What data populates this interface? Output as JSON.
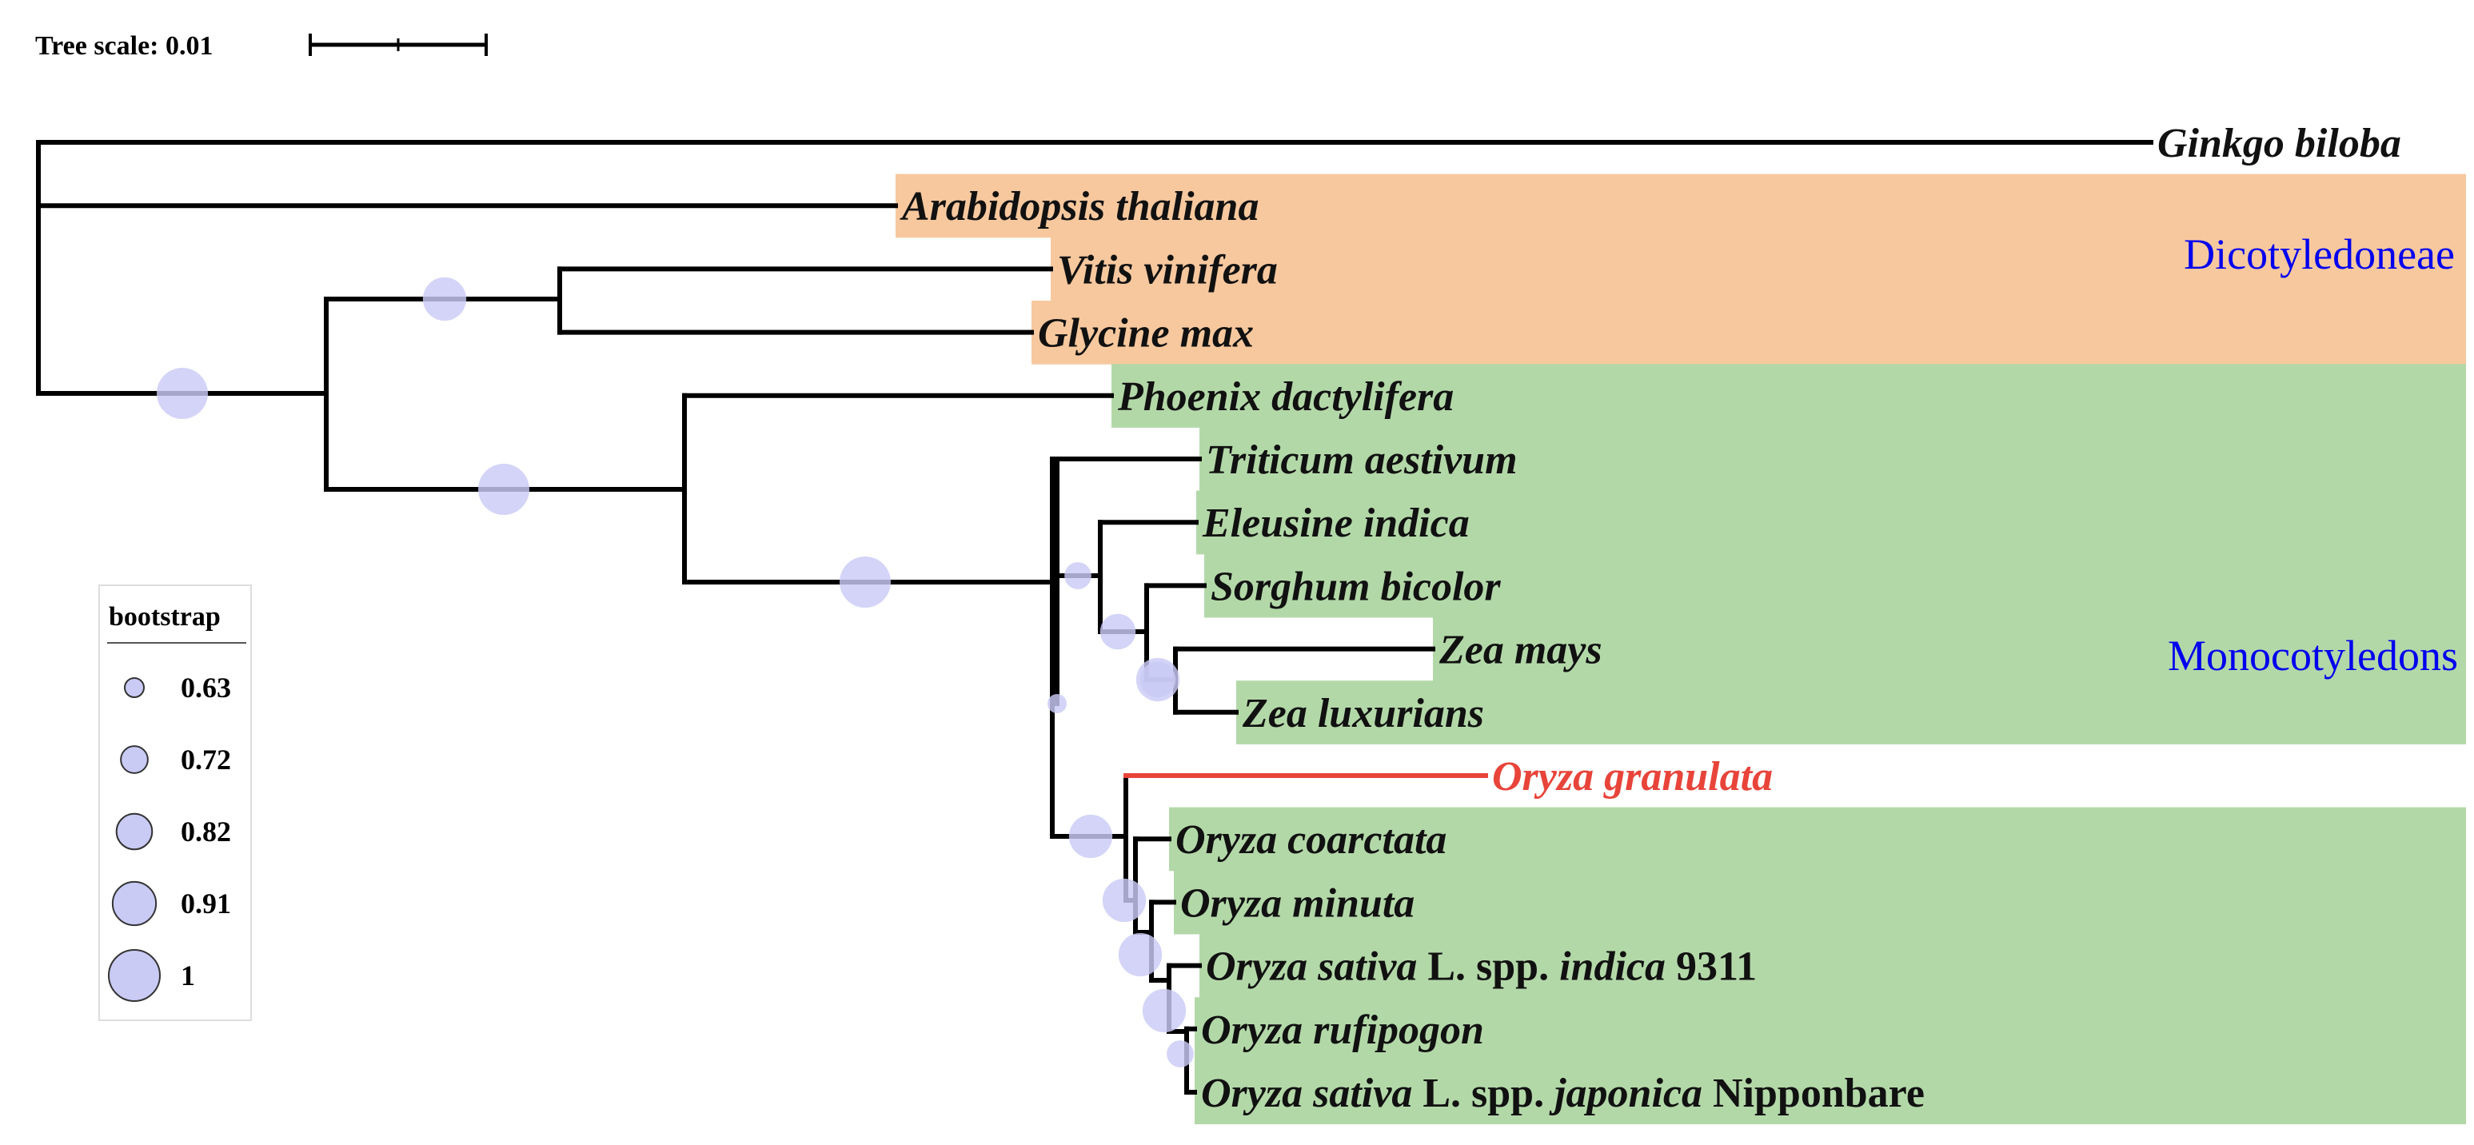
{
  "scale": {
    "label": "Tree scale: 0.01"
  },
  "clades": [
    {
      "name": "Dicotyledoneae",
      "color": "#F7C89E",
      "label_color": "#0000EE"
    },
    {
      "name": "Monocotyledons",
      "color": "#B3D8A8",
      "label_color": "#0000EE"
    }
  ],
  "taxa": [
    {
      "id": "ginkgo",
      "parts": [
        {
          "text": "Ginkgo biloba",
          "italic": true
        }
      ]
    },
    {
      "id": "arabidopsis",
      "parts": [
        {
          "text": "Arabidopsis thaliana",
          "italic": true
        }
      ]
    },
    {
      "id": "vitis",
      "parts": [
        {
          "text": "Vitis vinifera",
          "italic": true
        }
      ]
    },
    {
      "id": "glycine",
      "parts": [
        {
          "text": "Glycine max",
          "italic": true
        }
      ]
    },
    {
      "id": "phoenix",
      "parts": [
        {
          "text": "Phoenix dactylifera",
          "italic": true
        }
      ]
    },
    {
      "id": "triticum",
      "parts": [
        {
          "text": "Triticum aestivum",
          "italic": true
        }
      ]
    },
    {
      "id": "eleusine",
      "parts": [
        {
          "text": "Eleusine indica",
          "italic": true
        }
      ]
    },
    {
      "id": "sorghum",
      "parts": [
        {
          "text": "Sorghum bicolor",
          "italic": true
        }
      ]
    },
    {
      "id": "zea-mays",
      "parts": [
        {
          "text": "Zea mays",
          "italic": true
        }
      ]
    },
    {
      "id": "zea-luxurians",
      "parts": [
        {
          "text": "Zea luxurians",
          "italic": true
        }
      ]
    },
    {
      "id": "oryza-granulata",
      "highlight": true,
      "parts": [
        {
          "text": "Oryza granulata",
          "italic": true
        }
      ]
    },
    {
      "id": "oryza-coarctata",
      "parts": [
        {
          "text": "Oryza coarctata",
          "italic": true
        }
      ]
    },
    {
      "id": "oryza-minuta",
      "parts": [
        {
          "text": "Oryza minuta",
          "italic": true
        }
      ]
    },
    {
      "id": "oryza-indica",
      "parts": [
        {
          "text": "Oryza sativa",
          "italic": true
        },
        {
          "text": " L. spp. ",
          "italic": false
        },
        {
          "text": "indica",
          "italic": true
        },
        {
          "text": " 9311",
          "italic": false
        }
      ]
    },
    {
      "id": "oryza-rufipogon",
      "parts": [
        {
          "text": "Oryza rufipogon",
          "italic": true
        }
      ]
    },
    {
      "id": "oryza-japonica",
      "parts": [
        {
          "text": "Oryza sativa",
          "italic": true
        },
        {
          "text": " L. spp. ",
          "italic": false
        },
        {
          "text": "japonica",
          "italic": true
        },
        {
          "text": " Nipponbare",
          "italic": false
        }
      ]
    }
  ],
  "highlight_color": "#E8443A",
  "branch_color": "#000000",
  "bootstrap_color": "#C9CBF5",
  "legend": {
    "title": "bootstrap",
    "values": [
      "0.63",
      "0.72",
      "0.82",
      "0.91",
      "1"
    ]
  },
  "bootstrap_nodes": [
    {
      "node": "dicot-mono",
      "value": 1
    },
    {
      "node": "vitis-glycine",
      "value": 0.91
    },
    {
      "node": "mono",
      "value": 1
    },
    {
      "node": "poaceae-phoenix",
      "value": 1
    },
    {
      "node": "pooideae-group",
      "value": 0.72
    },
    {
      "node": "chloridoid-andro",
      "value": 0.82
    },
    {
      "node": "andropogoneae",
      "value": 0.91
    },
    {
      "node": "zea",
      "value": 0.82
    },
    {
      "node": "oryza-group",
      "value": 0.91
    },
    {
      "node": "oryza-minuta-group",
      "value": 0.91
    },
    {
      "node": "oryza-sativa-group",
      "value": 0.91
    },
    {
      "node": "indica-rufi-japonica",
      "value": 0.91
    },
    {
      "node": "rufi-japonica",
      "value": 0.72
    },
    {
      "node": "poaceae-root",
      "value": 0.63
    }
  ]
}
